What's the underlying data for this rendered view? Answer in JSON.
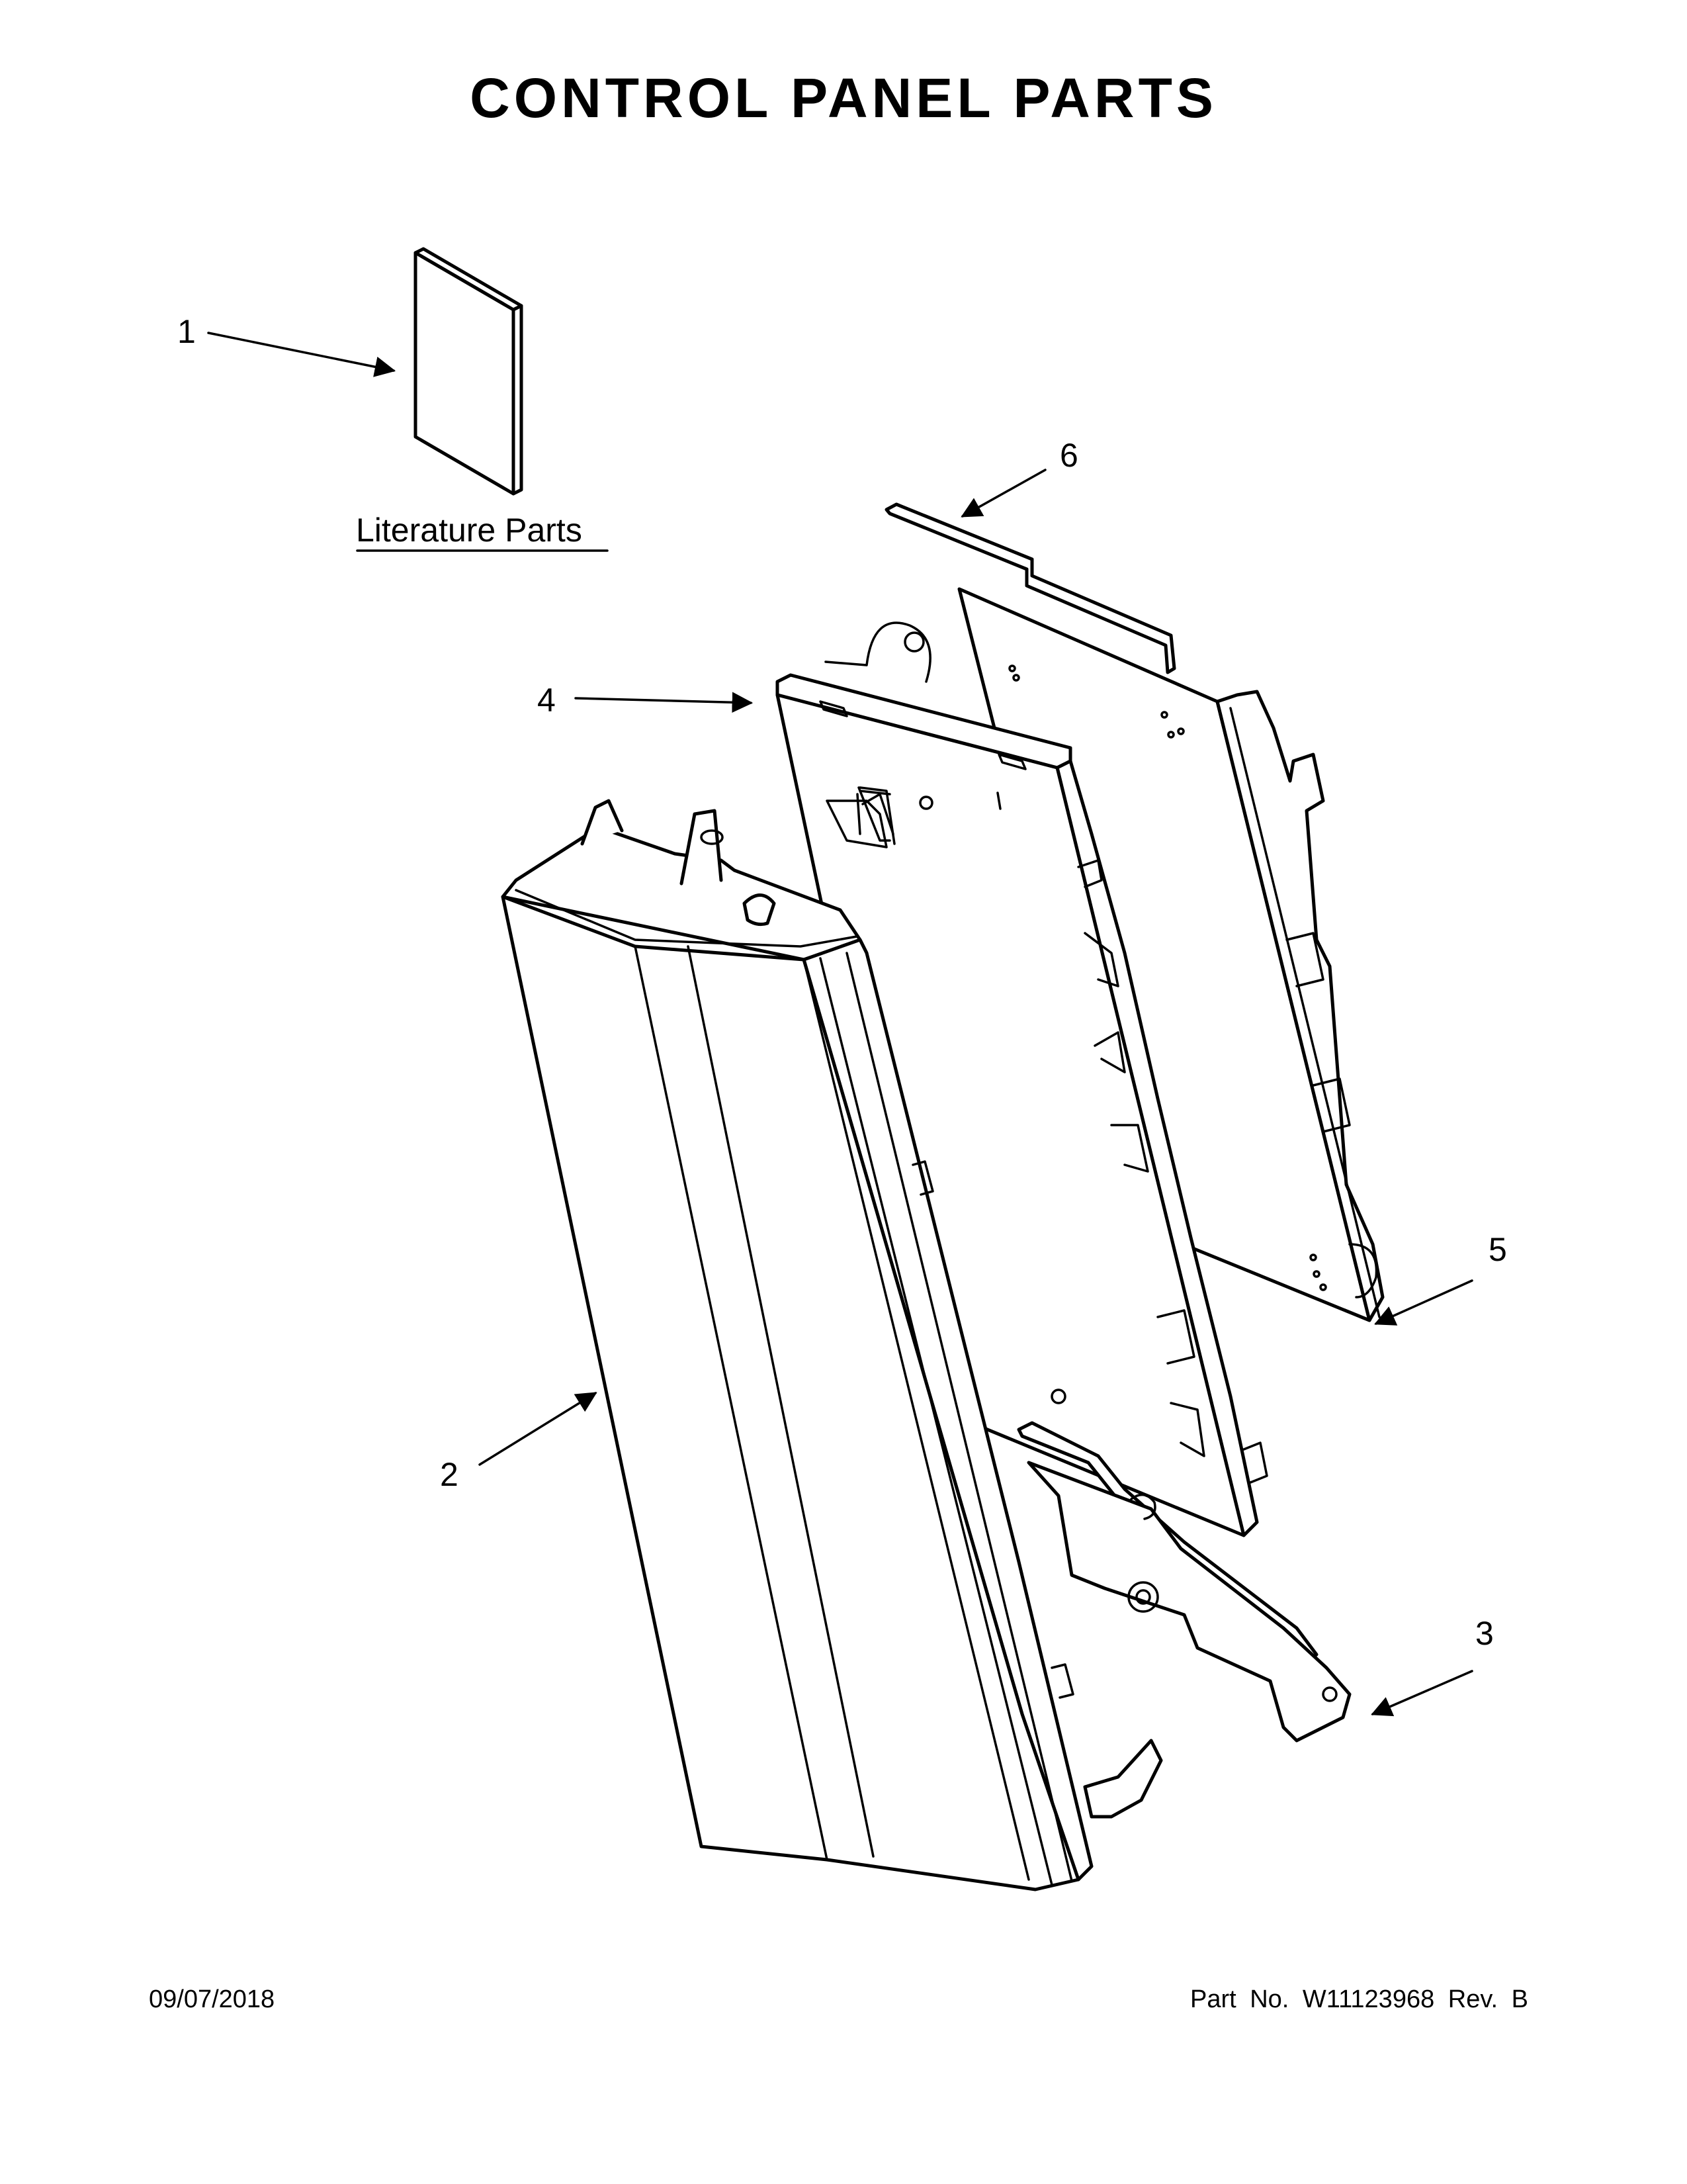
{
  "title": "CONTROL PANEL PARTS",
  "literature_label": "Literature Parts",
  "callouts": [
    {
      "id": "1",
      "label": "1"
    },
    {
      "id": "2",
      "label": "2"
    },
    {
      "id": "3",
      "label": "3"
    },
    {
      "id": "4",
      "label": "4"
    },
    {
      "id": "5",
      "label": "5"
    },
    {
      "id": "6",
      "label": "6"
    }
  ],
  "footer": {
    "date": "09/07/2018",
    "part_info": "Part No.  W11123968  Rev.  B"
  }
}
